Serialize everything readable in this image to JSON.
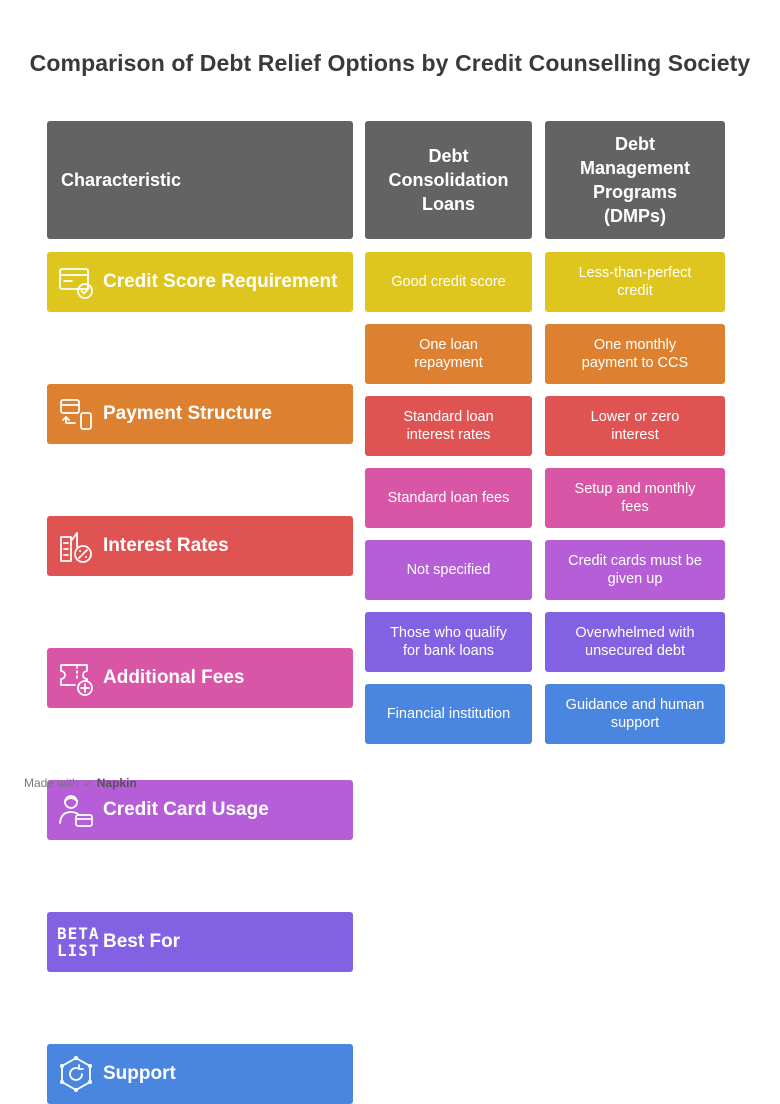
{
  "title": "Comparison of Debt Relief Options by Credit Counselling Society",
  "headers": {
    "characteristic": "Characteristic",
    "col1": "Debt Consolidation Loans",
    "col2": "Debt Management Programs (DMPs)"
  },
  "rows": [
    {
      "label": "Credit Score Requirement",
      "col1": "Good credit score",
      "col2": "Less-than-perfect credit",
      "color": "#dfc61e",
      "icon": "credit-card-check-icon"
    },
    {
      "label": "Payment Structure",
      "col1": "One loan repayment",
      "col2": "One monthly payment to CCS",
      "color": "#dd8131",
      "icon": "card-to-phone-payment-icon"
    },
    {
      "label": "Interest Rates",
      "col1": "Standard loan interest rates",
      "col2": "Lower or zero interest",
      "color": "#e05353",
      "icon": "building-percent-icon"
    },
    {
      "label": "Additional Fees",
      "col1": "Standard loan fees",
      "col2": "Setup and monthly fees",
      "color": "#d955a6",
      "icon": "ticket-plus-icon"
    },
    {
      "label": "Credit Card Usage",
      "col1": "Not specified",
      "col2": "Credit cards must be given up",
      "color": "#b65ed8",
      "icon": "person-card-icon"
    },
    {
      "label": "Best For",
      "col1": "Those who qualify for bank loans",
      "col2": "Overwhelmed with unsecured debt",
      "color": "#8262e2",
      "icon": "beta-list-icon",
      "icon_text": [
        "BETA",
        "LIST"
      ]
    },
    {
      "label": "Support",
      "col1": "Financial institution",
      "col2": "Guidance and human support",
      "color": "#4a86e0",
      "icon": "support-network-icon"
    }
  ],
  "footer": {
    "made_with": "Made with",
    "brand": "Napkin"
  }
}
